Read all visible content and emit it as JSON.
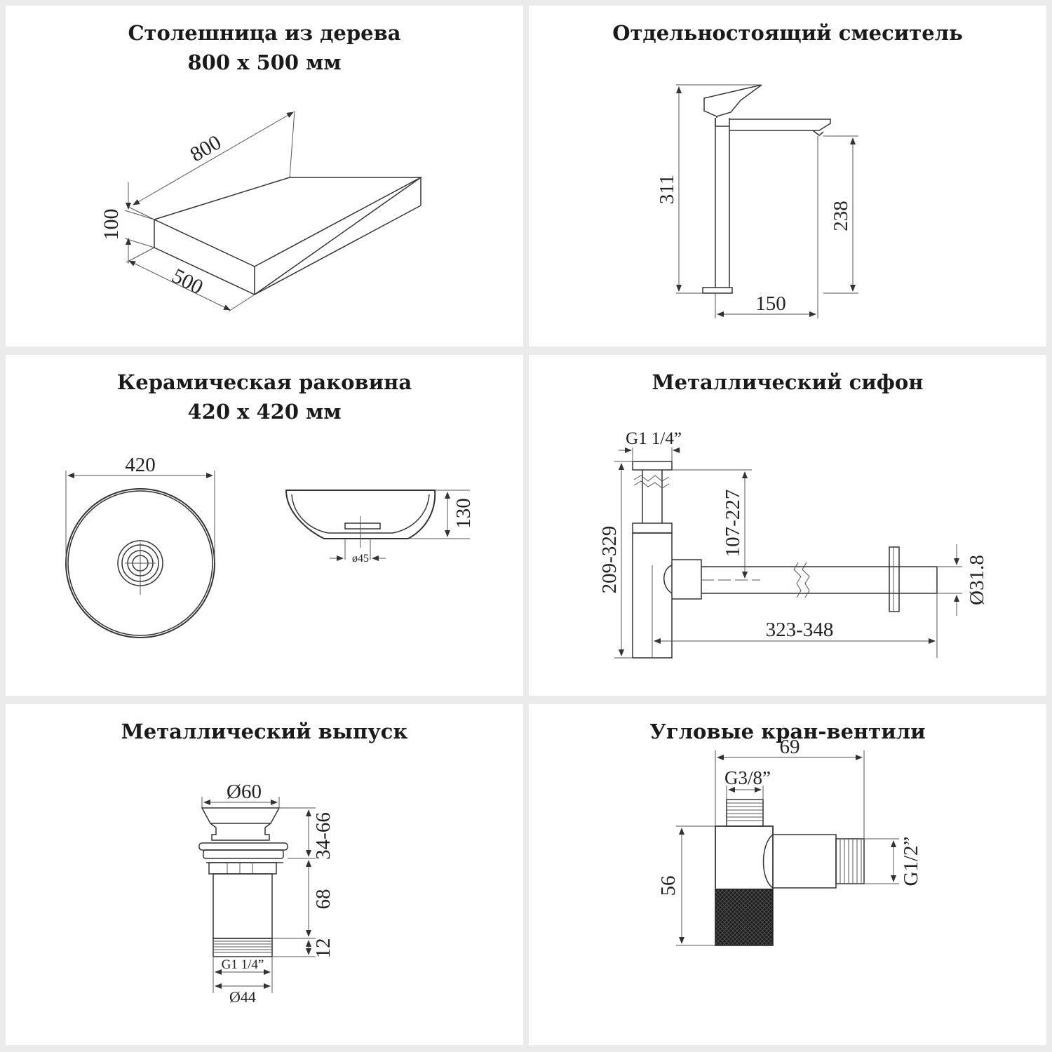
{
  "panels": {
    "countertop": {
      "title_line1": "Столешница из дерева",
      "title_line2": "800 х 500 мм",
      "dims": {
        "length": "800",
        "height": "100",
        "width": "500"
      }
    },
    "faucet": {
      "title_line1": "Отдельностоящий смеситель",
      "dims": {
        "total_height": "311",
        "spout_height": "238",
        "spout_reach": "150"
      }
    },
    "basin": {
      "title_line1": "Керамическая раковина",
      "title_line2": "420 х 420 мм",
      "dims": {
        "diameter": "420",
        "height": "130",
        "drain": "ø45"
      }
    },
    "siphon": {
      "title_line1": "Металлический сифон",
      "dims": {
        "thread": "G1 1/4”",
        "height_range": "209-329",
        "inner_range": "107-227",
        "length_range": "323-348",
        "pipe_diameter": "Ø31.8"
      }
    },
    "drain": {
      "title_line1": "Металлический выпуск",
      "dims": {
        "top_diameter": "Ø60",
        "cap_height": "34-66",
        "body_height": "68",
        "thread_height": "12",
        "thread": "G1 1/4”",
        "bottom_diameter": "Ø44"
      }
    },
    "valve": {
      "title_line1": "Угловые кран-вентили",
      "dims": {
        "width": "69",
        "top_thread": "G3/8”",
        "height": "56",
        "side_thread": "G1/2”"
      }
    }
  }
}
